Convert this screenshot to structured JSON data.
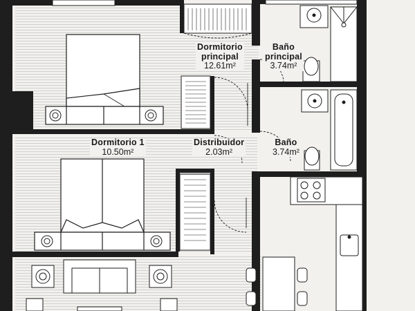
{
  "rooms": {
    "dormitorio_principal": {
      "name_1": "Dormitorio",
      "name_2": "principal",
      "area": "12.61m²"
    },
    "bano_principal": {
      "name_1": "Baño",
      "name_2": "principal",
      "area": "3.74m²"
    },
    "dormitorio_1": {
      "name": "Dormitorio 1",
      "area": "10.50m²"
    },
    "distribuidor": {
      "name": "Distribuidor",
      "area": "2.03m²"
    },
    "bano": {
      "name": "Baño",
      "area": "3.74m²"
    }
  },
  "colors": {
    "wall": "#1e1e1e",
    "floor_hatch": "#c8c8c8",
    "background": "#f2f1ee",
    "fixture_fill": "#ffffff"
  },
  "symbols": [
    "double-bed-icon",
    "single-bed-icon",
    "nightstand-lamp-icon",
    "wardrobe-icon",
    "bathtub-icon",
    "shower-tray-icon",
    "sink-icon",
    "toilet-icon",
    "cooktop-icon",
    "kitchen-sink-icon",
    "sofa-icon",
    "armchair-icon",
    "dining-chair-icon",
    "swing-door-icon"
  ]
}
